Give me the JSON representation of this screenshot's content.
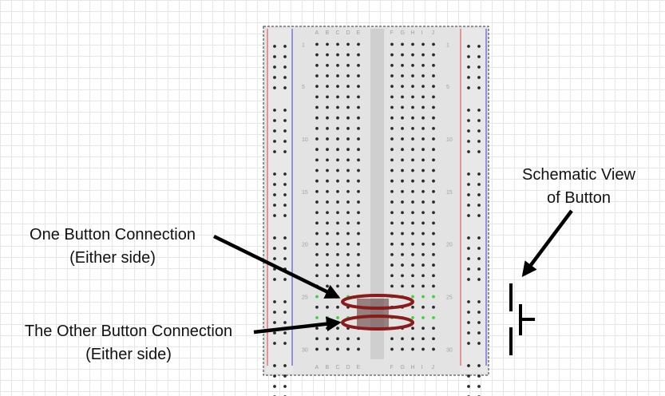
{
  "breadboard": {
    "column_letters_left": [
      "A",
      "B",
      "C",
      "D",
      "E"
    ],
    "column_letters_right": [
      "F",
      "G",
      "H",
      "I",
      "J"
    ],
    "row_numbers": [
      "1",
      "5",
      "10",
      "15",
      "20",
      "25",
      "30"
    ],
    "rows_total": 30
  },
  "labels": {
    "one_connection": "One Button Connection",
    "one_connection_sub": "(Either side)",
    "other_connection": "The Other Button Connection",
    "other_connection_sub": "(Either side)",
    "schematic": "Schematic View",
    "schematic_sub": "of Button"
  },
  "colors": {
    "board": "#e3e3e3",
    "hole": "#2b2b2b",
    "highlight_hole": "#3fd33f",
    "ellipse": "#8b1a1a",
    "rail_red": "#e04040",
    "rail_blue": "#3a3ad6",
    "arrow": "#000000"
  },
  "highlighted_rows": [
    25,
    27
  ]
}
